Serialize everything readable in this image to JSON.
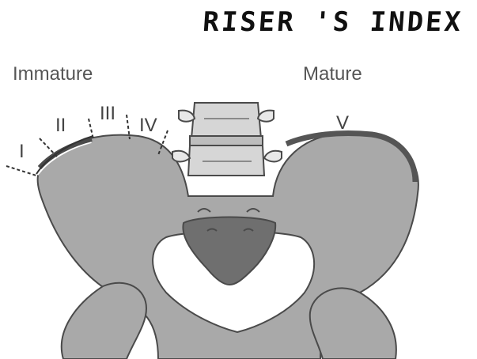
{
  "title": "RISER 'S INDEX",
  "labels": {
    "immature": "Immature",
    "mature": "Mature"
  },
  "grades": [
    "I",
    "II",
    "III",
    "IV",
    "V"
  ],
  "colors": {
    "bone": "#a9a9a9",
    "bone_outline": "#4a4a4a",
    "sacrum": "#6f6f6f",
    "apophysis_dark": "#555555",
    "vertebra": "#d6d6d6",
    "background": "#ffffff"
  }
}
